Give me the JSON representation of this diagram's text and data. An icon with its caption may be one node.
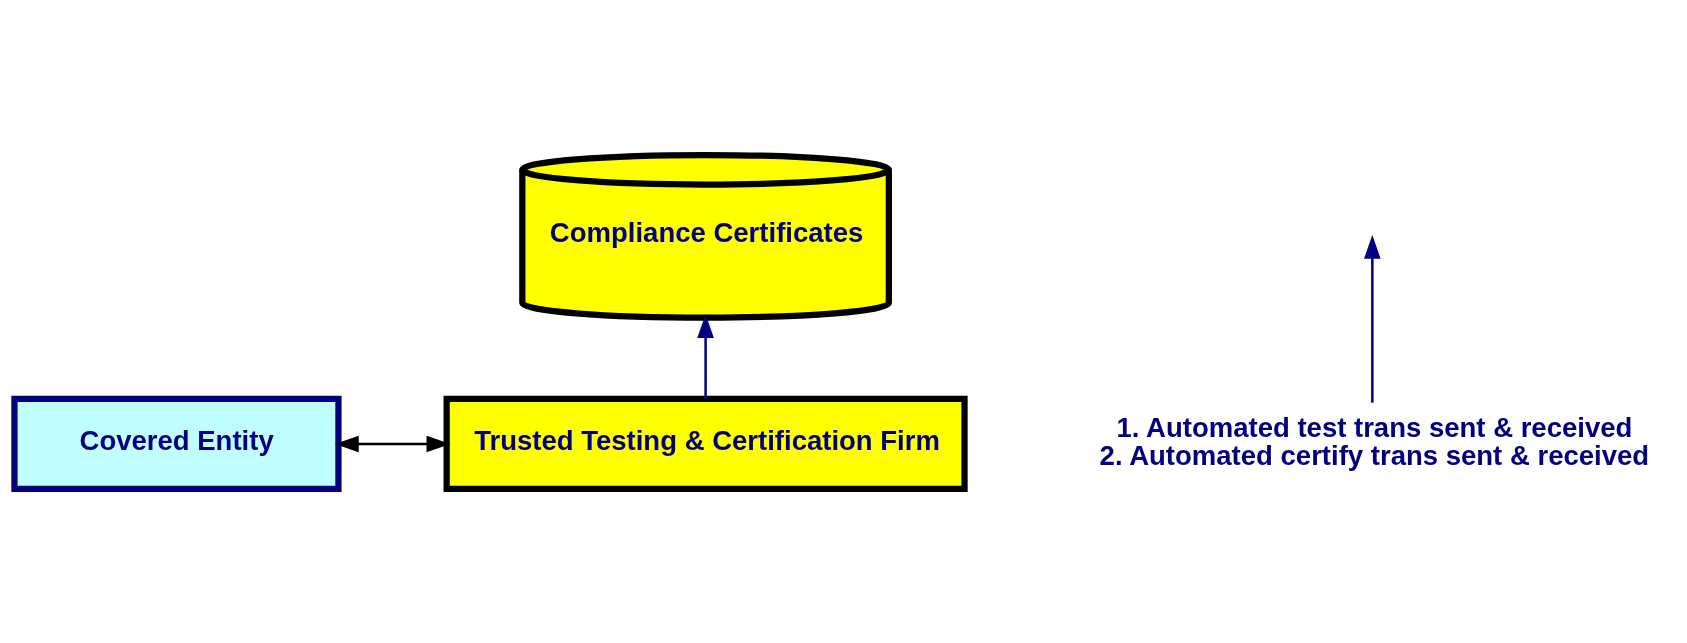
{
  "diagram": {
    "nodes": [
      {
        "text": [
          "Compliance Certificates"
        ]
      },
      {
        "text": [
          "Covered Entity"
        ]
      },
      {
        "text": [
          "Trusted Testing & Certification Firm"
        ]
      },
      {
        "text": [
          "1. Automated test trans sent & received",
          "2. Automated certify trans sent & received"
        ]
      }
    ],
    "edges": [
      {
        "from": 2,
        "to": 0,
        "arrow": "to"
      },
      {
        "from": 1,
        "to": 2,
        "arrow": "both",
        "color": "#000000"
      },
      {
        "from": 3,
        "to": null,
        "arrow": "to"
      }
    ]
  }
}
